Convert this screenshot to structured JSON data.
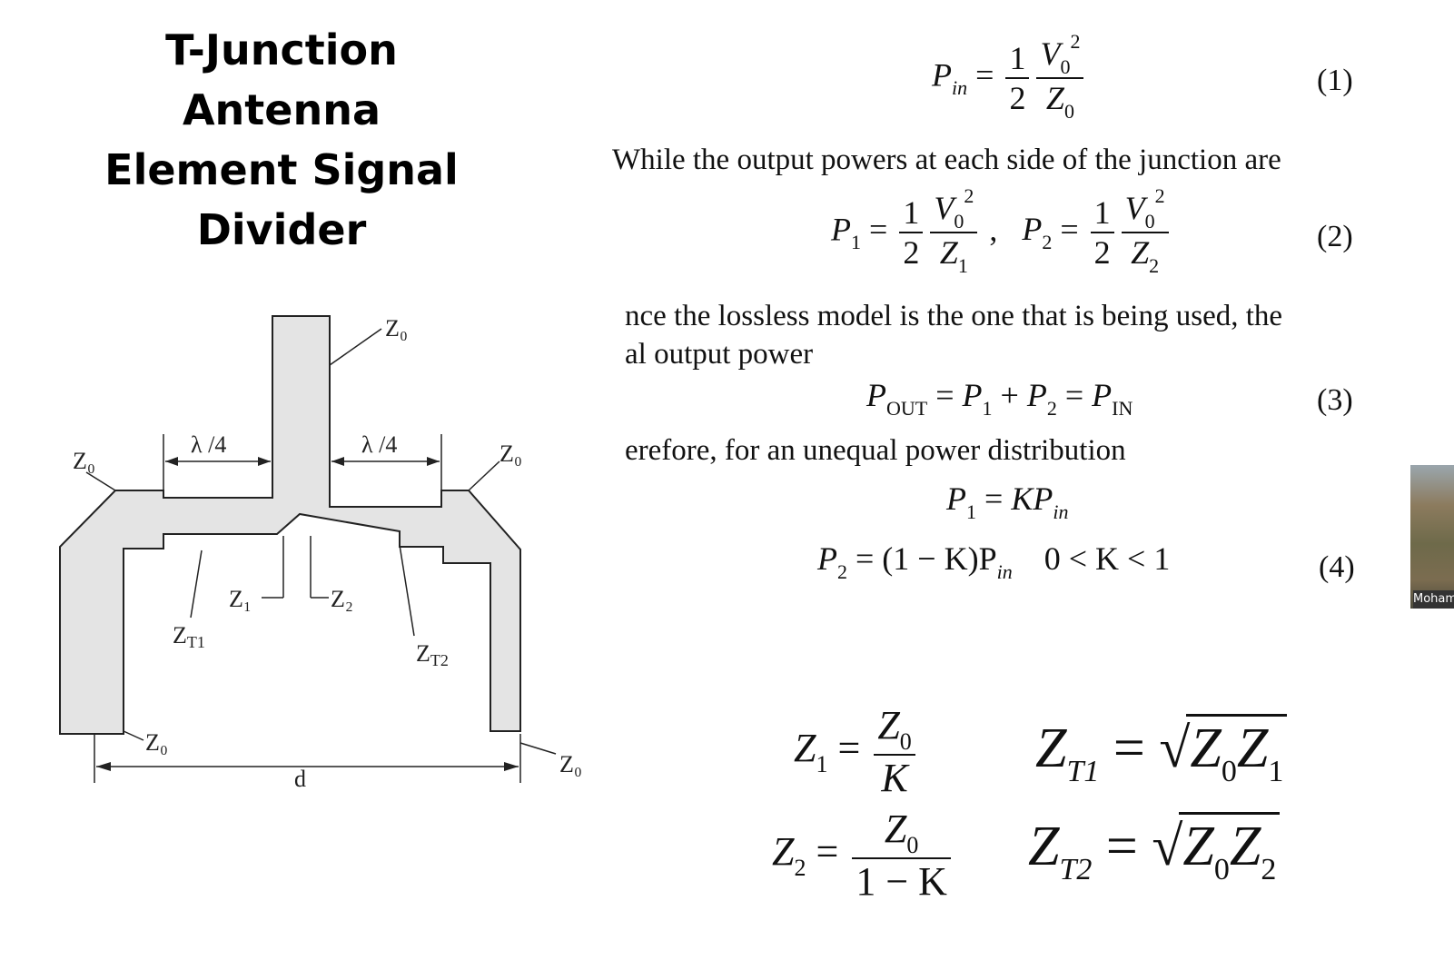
{
  "slide": {
    "title_lines": [
      "T-Junction",
      "Antenna",
      "Element Signal",
      "Divider"
    ]
  },
  "diagram": {
    "labels": {
      "z0_top": "Z₀",
      "z0_left": "Z₀",
      "z0_right": "Z₀",
      "z0_bottom_left": "Z₀",
      "z0_bottom_right": "Z₀",
      "lambda_left": "λ /4",
      "lambda_right": "λ /4",
      "z1": "Z₁",
      "z2": "Z₂",
      "zt1": "Z",
      "zt1_sub": "T1",
      "zt2": "Z",
      "zt2_sub": "T2",
      "d": "d"
    }
  },
  "equations": {
    "eq1": {
      "lhs": "P",
      "lhs_sub": "in",
      "num": "1",
      "den": "2",
      "num2": "V",
      "num2_sub": "0",
      "num2_sup": "2",
      "den2": "Z",
      "den2_sub": "0",
      "number": "(1)"
    },
    "text1": "While the output powers at each side of the junction are",
    "eq2": {
      "p1": "P",
      "p1_sub": "1",
      "p2": "P",
      "p2_sub": "2",
      "one": "1",
      "two": "2",
      "v": "V",
      "v_sub": "0",
      "v_sup": "2",
      "z1": "Z",
      "z1_sub": "1",
      "z2": "Z",
      "z2_sub": "2",
      "comma": ",",
      "number": "(2)"
    },
    "text2a": "nce the lossless model is the one that is being used, the",
    "text2b": "al output power",
    "eq3": {
      "pout": "P",
      "pout_sub": "OUT",
      "p1": "P",
      "p1_sub": "1",
      "p2": "P",
      "p2_sub": "2",
      "pin": "P",
      "pin_sub": "IN",
      "number": "(3)"
    },
    "text3": "erefore, for an unequal power distribution",
    "eq4a": {
      "p1": "P",
      "p1_sub": "1",
      "rhs": "KP",
      "rhs_sub": "in"
    },
    "eq4b": {
      "p2": "P",
      "p2_sub": "2",
      "mid": "= (1 − K)P",
      "mid_sub": "in",
      "cond": "0 < K < 1",
      "number": "(4)"
    },
    "z1_def": {
      "lhs": "Z",
      "lhs_sub": "1",
      "num": "Z",
      "num_sub": "0",
      "den": "K"
    },
    "z2_def": {
      "lhs": "Z",
      "lhs_sub": "2",
      "num": "Z",
      "num_sub": "0",
      "den": "1 − K"
    },
    "zt1_def": {
      "lhs": "Z",
      "lhs_sub": "T1",
      "r1": "Z",
      "r1_sub": "0",
      "r2": "Z",
      "r2_sub": "1"
    },
    "zt2_def": {
      "lhs": "Z",
      "lhs_sub": "T2",
      "r1": "Z",
      "r1_sub": "0",
      "r2": "Z",
      "r2_sub": "2"
    }
  },
  "video_tile": {
    "name": "Moham"
  },
  "colors": {
    "trace_fill": "#e4e4e4",
    "ink": "#111111"
  }
}
